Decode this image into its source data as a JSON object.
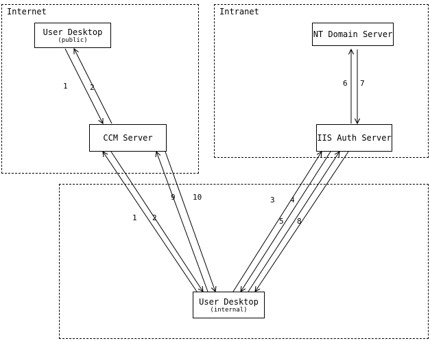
{
  "diagram": {
    "zones": {
      "internet": {
        "label": "Internet"
      },
      "intranet": {
        "label": "Intranet"
      }
    },
    "nodes": {
      "user_desktop_public": {
        "title": "User Desktop",
        "subtitle": "(public)"
      },
      "ccm_server": {
        "title": "CCM Server"
      },
      "nt_domain_server": {
        "title": "NT Domain Server"
      },
      "iis_auth_server": {
        "title": "IIS Auth Server"
      },
      "user_desktop_internal": {
        "title": "User Desktop",
        "subtitle": "(internal)"
      }
    },
    "edges": {
      "desktop_public_to_ccm": {
        "labels": [
          "1",
          "2"
        ]
      },
      "nt_to_iis": {
        "labels": [
          "6",
          "7"
        ]
      },
      "ccm_to_desktop_internal_a": {
        "labels": [
          "9",
          "10"
        ]
      },
      "ccm_to_desktop_internal_b": {
        "labels": [
          "1",
          "2"
        ]
      },
      "iis_to_desktop_internal_a": {
        "labels": [
          "3",
          "4"
        ]
      },
      "iis_to_desktop_internal_b": {
        "labels": [
          "5",
          "8"
        ]
      }
    },
    "colors": {
      "line": "#000000",
      "background": "#ffffff"
    }
  }
}
